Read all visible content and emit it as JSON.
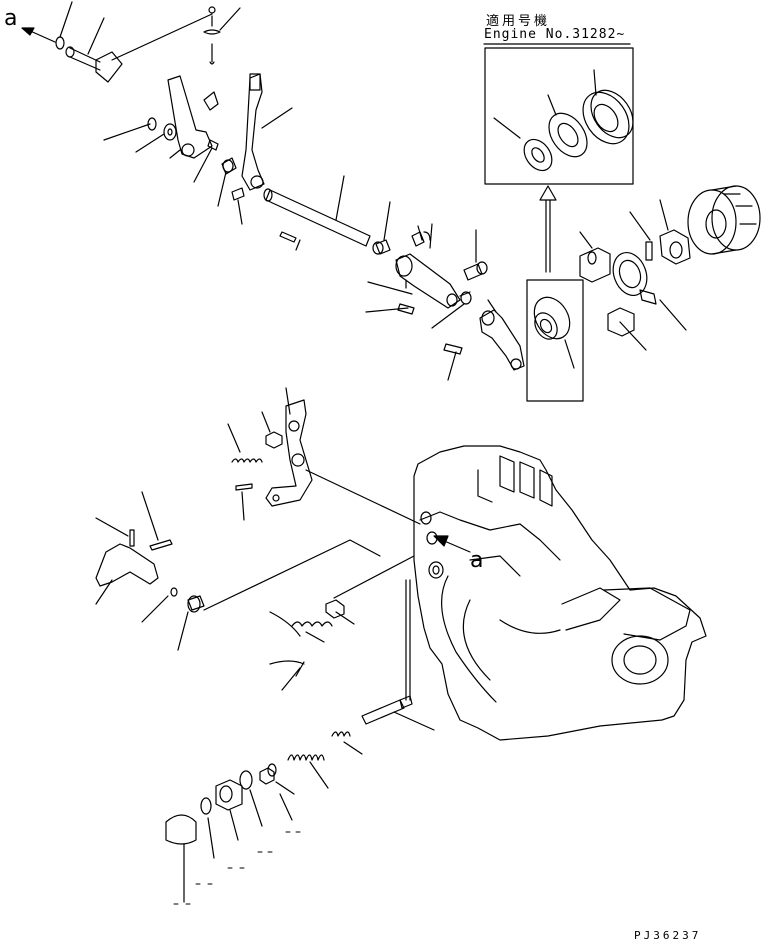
{
  "inset": {
    "applicable_label": "適用号機",
    "engine_no": "Engine No.31282~"
  },
  "reference_marks": {
    "top_left": "a",
    "pump_side": "a"
  },
  "drawing_code": "PJ36237"
}
